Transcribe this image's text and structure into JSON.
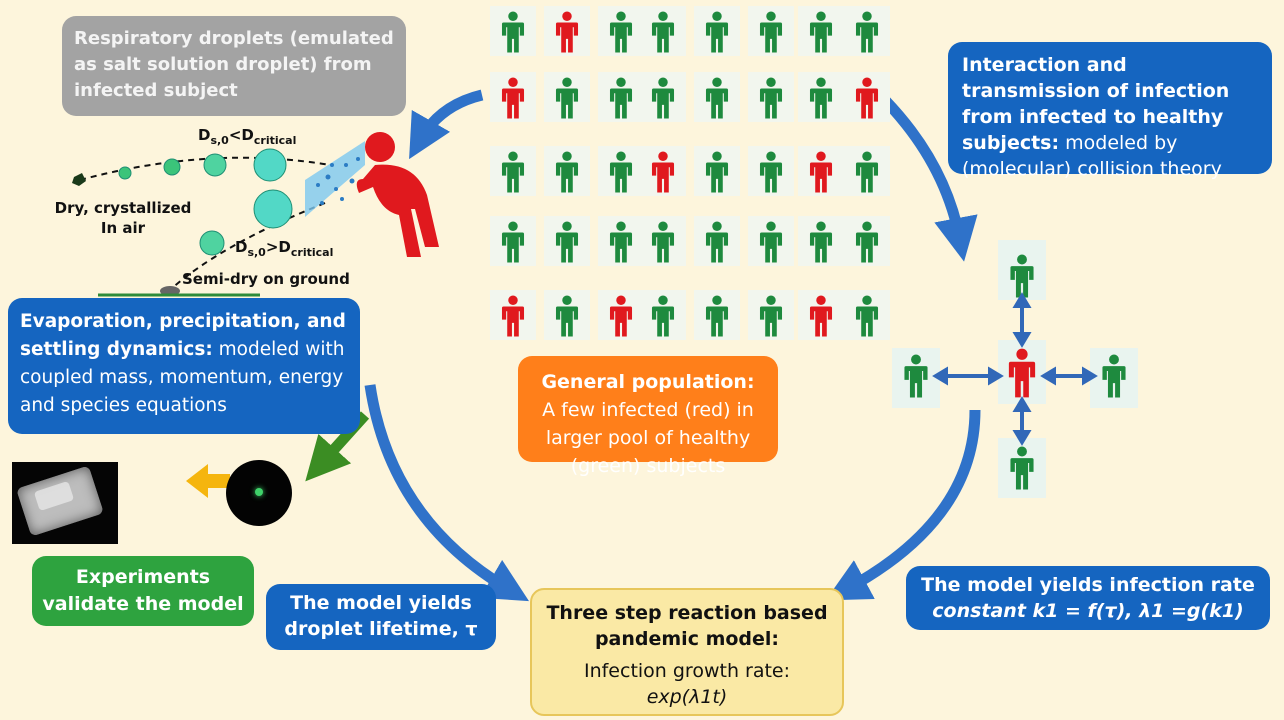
{
  "colors": {
    "healthy": "#1e8a3e",
    "infected": "#e0191e",
    "blue_box": "#1565c0",
    "arrow": "#2f72c9"
  },
  "boxes": {
    "droplets": "Respiratory droplets (emulated as salt solution droplet) from infected subject",
    "interaction_bold": "Interaction and transmission of infection from infected to healthy subjects:",
    "interaction_rest": " modeled by (molecular) collision theory",
    "evap_bold": "Evaporation, precipitation, and settling dynamics:",
    "evap_rest": " modeled with coupled mass, momentum, energy and species equations",
    "general_bold": "General population:",
    "general_rest": " A few infected (red) in larger pool of healthy (green) subjects",
    "experiments": "Experiments validate the model",
    "lifetime": "The model yields droplet lifetime, τ",
    "rate_constant_line1": "The model yields infection rate",
    "rate_constant_line2": "constant k1 = f(τ), λ1 =g(k1)",
    "center_title": "Three step reaction based pandemic model:",
    "center_line1": "Infection growth rate:",
    "center_line2": "exp(λ1t)"
  },
  "labels": {
    "ds_lt": "Ds,0<Dcritical",
    "ds_gt": "Ds,0>Dcritical",
    "dry": "Dry, crystallized In air",
    "semidry": "Semi-dry on ground"
  },
  "population_grid": [
    [
      "h",
      "i",
      "h",
      "h",
      "h",
      "h",
      "h",
      "h"
    ],
    [
      "i",
      "h",
      "h",
      "h",
      "h",
      "h",
      "h",
      "i"
    ],
    [
      "h",
      "h",
      "h",
      "i",
      "h",
      "h",
      "i",
      "h"
    ],
    [
      "h",
      "h",
      "h",
      "h",
      "h",
      "h",
      "h",
      "h"
    ],
    [
      "i",
      "h",
      "i",
      "h",
      "h",
      "h",
      "i",
      "h"
    ]
  ],
  "interaction_cross": {
    "center": "infected",
    "up": "healthy",
    "down": "healthy",
    "left": "healthy",
    "right": "healthy"
  }
}
